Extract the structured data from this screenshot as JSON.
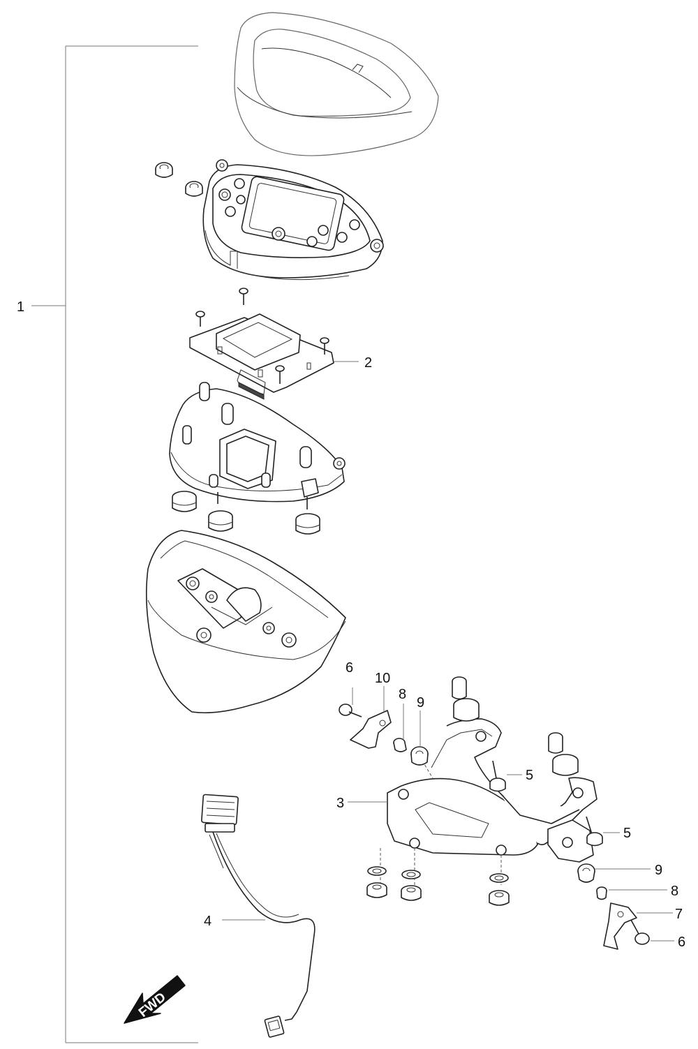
{
  "callouts": {
    "c1": "1",
    "c2": "2",
    "c3": "3",
    "c4": "4",
    "c5a": "5",
    "c5b": "5",
    "c6a": "6",
    "c6b": "6",
    "c7": "7",
    "c8a": "8",
    "c8b": "8",
    "c9a": "9",
    "c9b": "9",
    "c10": "10"
  },
  "direction_arrow": {
    "label": "FWD"
  }
}
